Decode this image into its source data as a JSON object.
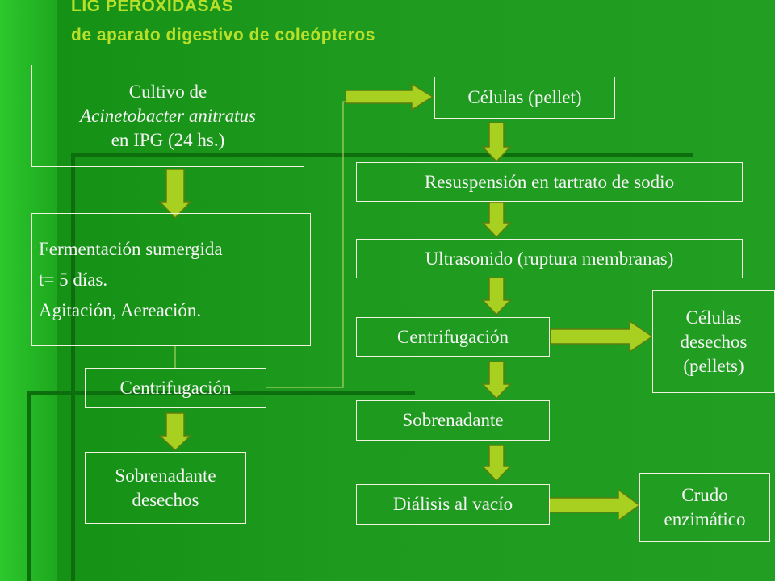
{
  "title": {
    "line1": "LIG PEROXIDASAS",
    "line2": "de aparato digestivo de coleópteros"
  },
  "colors": {
    "title": "#b8e02a",
    "arrow_fill": "#a8d020",
    "arrow_stroke": "#5d7d10",
    "box_border": "#f2f2e0",
    "text": "#f4f4f4"
  },
  "left_column": {
    "cultivo": {
      "line1": "Cultivo de",
      "line2": "Acinetobacter  anitratus",
      "line3": "en IPG (24 hs.)"
    },
    "fermentacion": {
      "line1": "Fermentación sumergida",
      "line2": "t= 5 días.",
      "line3": "Agitación, Aereación."
    },
    "centrifugacion": "Centrifugación",
    "sobrenadante_desechos": {
      "line1": "Sobrenadante",
      "line2": "desechos"
    }
  },
  "right_column": {
    "celulas_pellet": "Células (pellet)",
    "resuspension": "Resuspensión  en tartrato de sodio",
    "ultrasonido": "Ultrasonido (ruptura membranas)",
    "centrifugacion": "Centrifugación",
    "sobrenadante": "Sobrenadante",
    "dialisis": "Diálisis al vacío"
  },
  "outputs": {
    "celulas_desechos": {
      "line1": "Células",
      "line2": "desechos",
      "line3": "(pellets)"
    },
    "crudo": {
      "line1": "Crudo",
      "line2": "enzimático"
    }
  }
}
